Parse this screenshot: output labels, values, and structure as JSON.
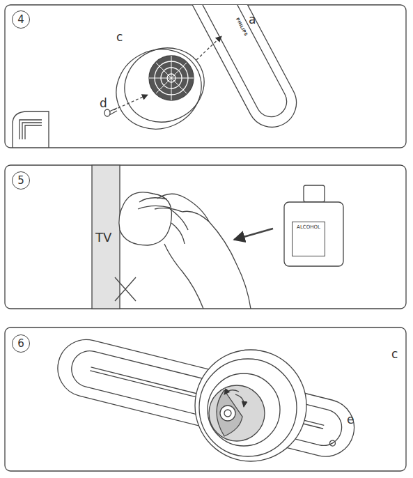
{
  "diagram": {
    "nodes": [
      {
        "text": [
          "4"
        ]
      },
      {
        "text": [
          "5"
        ]
      },
      {
        "text": [
          "TV"
        ]
      },
      {
        "text": [
          "ALCOHOL"
        ]
      },
      {
        "text": [
          "6"
        ]
      }
    ],
    "labels": [
      "PHILIPS",
      "a",
      "c",
      "d",
      "c",
      "e"
    ]
  }
}
